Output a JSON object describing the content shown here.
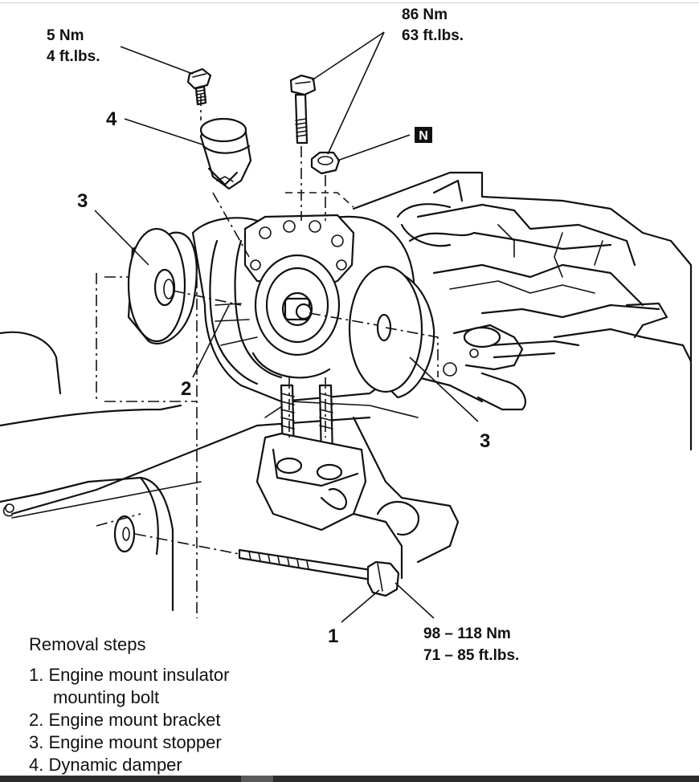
{
  "callouts": {
    "n1": "1",
    "n2": "2",
    "n3_left": "3",
    "n3_right": "3",
    "n4": "4",
    "n_box": "N"
  },
  "torques": {
    "top_left": {
      "nm": "5 Nm",
      "ft": "4 ft.lbs."
    },
    "top_right": {
      "nm": "86 Nm",
      "ft": "63 ft.lbs."
    },
    "bottom": {
      "nm": "98 – 118 Nm",
      "ft": "71 – 85 ft.lbs."
    }
  },
  "legend": {
    "title": "Removal steps",
    "items": [
      "1. Engine mount insulator",
      "mounting bolt",
      "2. Engine mount bracket",
      "3. Engine mount stopper",
      "4. Dynamic damper"
    ]
  },
  "icons": [
    "bolt-icon",
    "nut-icon",
    "washer-icon",
    "damper-icon"
  ],
  "colors": {
    "ink": "#111111",
    "paper": "#ffffff"
  }
}
